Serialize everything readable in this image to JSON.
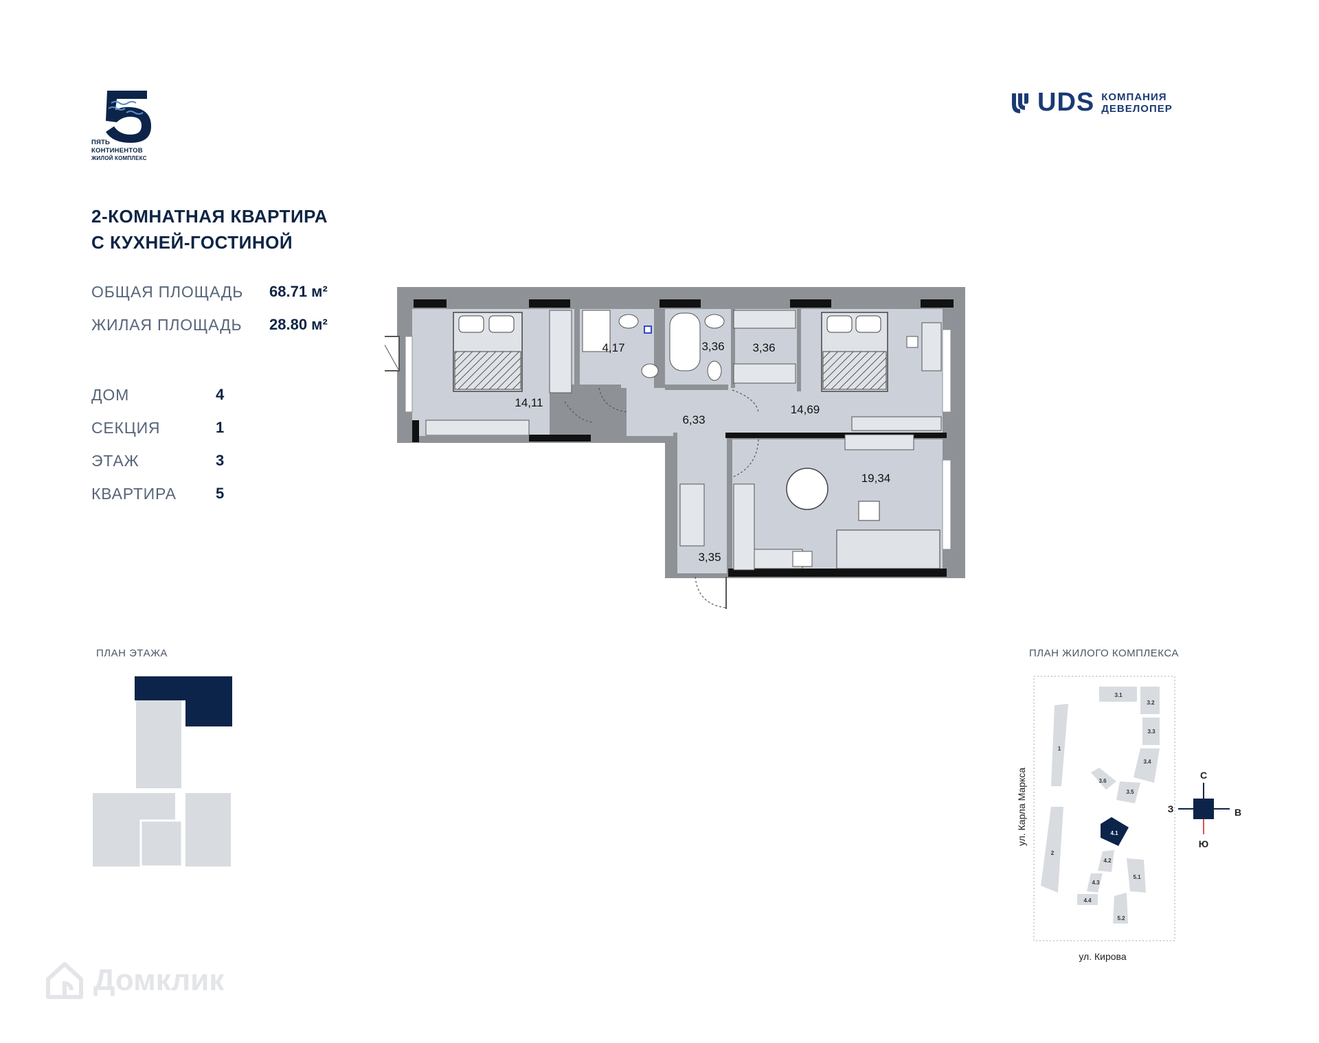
{
  "complex_logo": {
    "digit": "5",
    "lines": [
      "ПЯТЬ",
      "КОНТИНЕНТОВ",
      "ЖИЛОЙ КОМПЛЕКС"
    ]
  },
  "developer_logo": {
    "word": "UDS",
    "line1": "КОМПАНИЯ",
    "line2": "ДЕВЕЛОПЕР"
  },
  "apartment": {
    "title_line1": "2-КОМНАТНАЯ КВАРТИРА",
    "title_line2": "С КУХНЕЙ-ГОСТИНОЙ",
    "total_area_label": "ОБЩАЯ ПЛОЩАДЬ",
    "total_area_value": "68.71 м²",
    "living_area_label": "ЖИЛАЯ ПЛОЩАДЬ",
    "living_area_value": "28.80 м²"
  },
  "details": [
    {
      "label": "ДОМ",
      "value": "4"
    },
    {
      "label": "СЕКЦИЯ",
      "value": "1"
    },
    {
      "label": "ЭТАЖ",
      "value": "3"
    },
    {
      "label": "КВАРТИРА",
      "value": "5"
    }
  ],
  "rooms": [
    {
      "name": "bedroom-1",
      "area": "14,11"
    },
    {
      "name": "bathroom-1",
      "area": "4,17"
    },
    {
      "name": "bathroom-2",
      "area": "3,36"
    },
    {
      "name": "wardrobe",
      "area": "3,36"
    },
    {
      "name": "bedroom-2",
      "area": "14,69"
    },
    {
      "name": "hallway",
      "area": "6,33"
    },
    {
      "name": "kitchen-living",
      "area": "19,34"
    },
    {
      "name": "entrance",
      "area": "3,35"
    }
  ],
  "floor_plan": {
    "caption": "ПЛАН ЭТАЖА",
    "accent_color": "#0c2449",
    "block_color": "#d8dbdf"
  },
  "site_plan": {
    "caption": "ПЛАН ЖИЛОГО КОМПЛЕКСА",
    "street_left": "ул. Карла Маркса",
    "street_bottom": "ул. Кирова",
    "buildings": [
      "3.1",
      "3.2",
      "3.3",
      "3.4",
      "3.5",
      "3.6",
      "1",
      "2",
      "4.1",
      "4.2",
      "4.3",
      "4.4",
      "5.1",
      "5.2"
    ],
    "highlighted": "4.1"
  },
  "compass": {
    "north": "С",
    "south": "Ю",
    "west": "З",
    "east": "В"
  },
  "watermark": {
    "text": "Домклик"
  },
  "colors": {
    "navy": "#0c2449",
    "room_fill": "#ccd1d9",
    "wall": "#8e9296",
    "wall_black": "#111111"
  }
}
